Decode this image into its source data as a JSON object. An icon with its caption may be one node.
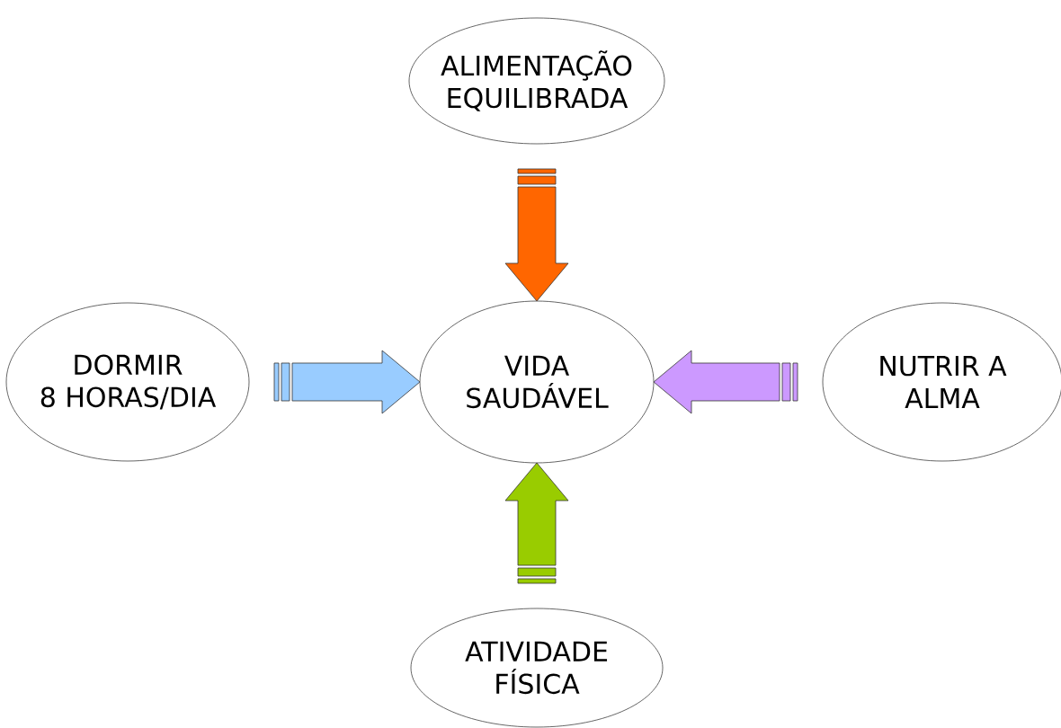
{
  "diagram": {
    "nodes": [
      {
        "text": [
          "ALIMENTAÇÃO EQUILIBRADA"
        ]
      },
      {
        "text": [
          "DORMIR 8 HORAS/DIA"
        ]
      },
      {
        "text": [
          "VIDA SAUDÁVEL"
        ]
      },
      {
        "text": [
          "NUTRIR A ALMA"
        ]
      },
      {
        "text": [
          "ATIVIDADE FÍSICA"
        ]
      }
    ],
    "edges": [
      {
        "from": 0,
        "to": 2,
        "arrow": "to",
        "color": "#ff6600"
      },
      {
        "from": 1,
        "to": 2,
        "arrow": "to",
        "color": "#99ccff"
      },
      {
        "from": 3,
        "to": 2,
        "arrow": "to",
        "color": "#cc99ff"
      },
      {
        "from": 4,
        "to": 2,
        "arrow": "to",
        "color": "#99cc00"
      }
    ]
  }
}
